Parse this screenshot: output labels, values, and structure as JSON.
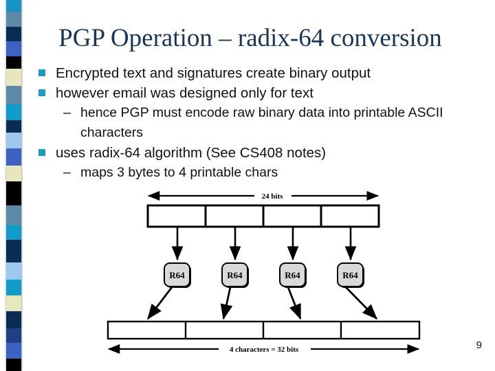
{
  "slide": {
    "title": "PGP Operation – radix-64 conversion",
    "page_number": "9",
    "title_color": "#16365c",
    "bullet_color": "#179dc6",
    "background": "#ffffff"
  },
  "bullets": [
    {
      "level": 1,
      "marker": "square",
      "text": "Encrypted text and signatures create binary output"
    },
    {
      "level": 1,
      "marker": "square",
      "text": "however email was designed only for text"
    },
    {
      "level": 2,
      "marker": "dash",
      "text": "hence PGP must encode raw binary data into printable ASCII characters"
    },
    {
      "level": 1,
      "marker": "square",
      "text": "uses radix-64 algorithm (See CS408 notes)"
    },
    {
      "level": 2,
      "marker": "dash",
      "text": "maps 3 bytes to 4 printable chars"
    }
  ],
  "diagram": {
    "top_label": "24 bits",
    "bottom_label": "4 characters = 32 bits",
    "input_cells": 4,
    "output_cells": 4,
    "encoder_label": "R64",
    "encoder_count": 4,
    "encoder_fill": "#d9d9d9",
    "stroke": "#000000"
  },
  "strip_chips": [
    {
      "color": "#1793c6",
      "h": 18
    },
    {
      "color": "#5b8aa6",
      "h": 22
    },
    {
      "color": "#0a2c52",
      "h": 22
    },
    {
      "color": "#3b63c4",
      "h": 23
    },
    {
      "color": "#000000",
      "h": 19
    },
    {
      "color": "#e8e6bd",
      "h": 26
    },
    {
      "color": "#5b8aa6",
      "h": 28
    },
    {
      "color": "#0e9ccb",
      "h": 24
    },
    {
      "color": "#0a2c52",
      "h": 18
    },
    {
      "color": "#9ec8f0",
      "h": 24
    },
    {
      "color": "#3b63c4",
      "h": 26
    },
    {
      "color": "#e8e6bd",
      "h": 24
    },
    {
      "color": "#000000",
      "h": 36
    },
    {
      "color": "#5b8aa6",
      "h": 30
    },
    {
      "color": "#0e9ccb",
      "h": 22
    },
    {
      "color": "#0a2c52",
      "h": 34
    },
    {
      "color": "#9ec8f0",
      "h": 26
    },
    {
      "color": "#0e9ccb",
      "h": 24
    },
    {
      "color": "#e8e6bd",
      "h": 24
    },
    {
      "color": "#0a2c52",
      "h": 26
    },
    {
      "color": "#1f3f86",
      "h": 22
    },
    {
      "color": "#3b63c4",
      "h": 24
    },
    {
      "color": "#000000",
      "h": 18
    }
  ]
}
